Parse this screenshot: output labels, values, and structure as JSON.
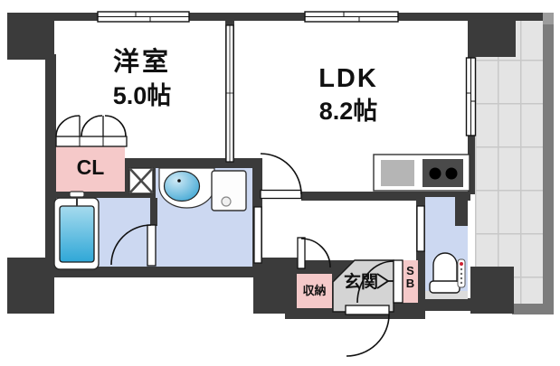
{
  "plan": {
    "rooms": {
      "western_room": {
        "name": "洋室",
        "area": "5.0帖"
      },
      "ldk": {
        "name": "LDK",
        "area": "8.2帖"
      },
      "closet": {
        "label": "CL"
      },
      "storage": {
        "label": "収納"
      },
      "entrance": {
        "label": "玄関"
      },
      "shoebox": {
        "line1": "S",
        "line2": "B"
      }
    },
    "colors": {
      "wall": "#3b3b3b",
      "room_pink": "#f5c9c9",
      "wet_blue": "#ccd8f1",
      "entrance_gray": "#d4d4d4",
      "balcony_tile": "#e4e4e4",
      "balcony_line": "#c8c8c8",
      "balcony_border": "#7c7c7c",
      "balcony_corner": "#9c9c9c",
      "tub_blue_light": "#a6dbee",
      "tub_blue_dark": "#2fa7d7",
      "basin_blue_light": "#cfe9f5",
      "basin_blue_dark": "#2f9fd0",
      "kitchen_sink_gray": "#b5b5b5",
      "stove_dark": "#4a4a4a",
      "toilet_step_gray": "#dcdcdc"
    }
  }
}
